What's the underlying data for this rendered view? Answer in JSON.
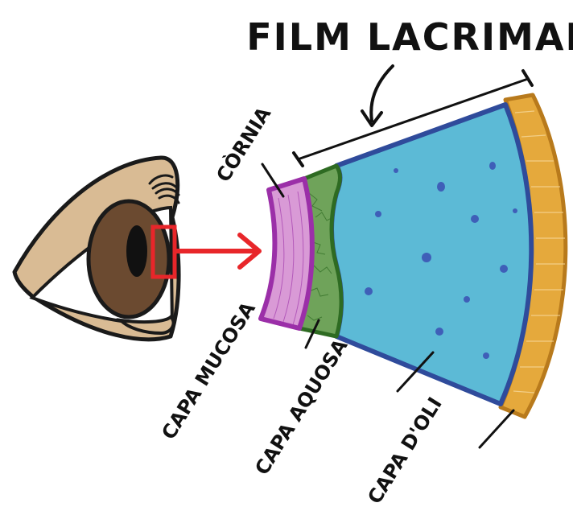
{
  "title": "FILM LACRIMAL",
  "labels": {
    "cornea": "CÒRNIA",
    "mucous": "CAPA MUCOSA",
    "aqueous": "CAPA AQUOSA",
    "oil": "CAPA D'OLI"
  },
  "colors": {
    "skin": "#d9bb94",
    "iris": "#6b4a30",
    "highlight_box": "#e8262a",
    "arrow": "#e8262a",
    "cornea": "#d99ad6",
    "cornea_border": "#9b2fa8",
    "mucous": "#6fa35a",
    "mucous_border": "#2e6b22",
    "aqueous": "#5cbad6",
    "aqueous_border": "#2f4b9b",
    "oil": "#e5a93c",
    "oil_border": "#b87a1c"
  }
}
